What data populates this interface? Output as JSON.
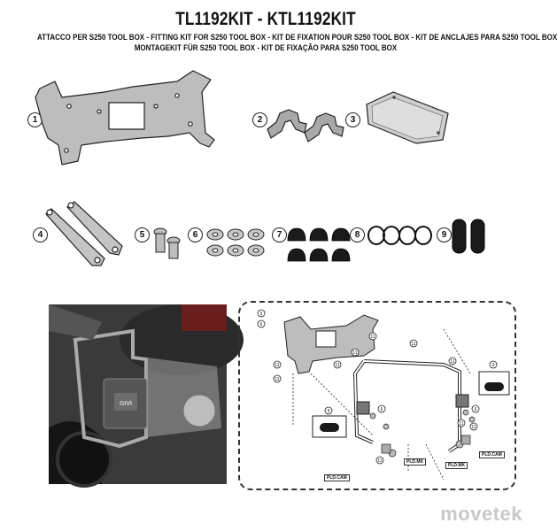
{
  "header": {
    "title": "TL1192KIT - KTL1192KIT",
    "subtitle_line1": "ATTACCO  PER S250 TOOL BOX - FITTING KIT FOR S250 TOOL BOX - KIT DE FIXATION POUR S250 TOOL BOX - KIT DE ANCLAJES PARA S250 TOOL BOX",
    "subtitle_line2": "MONTAGEKIT FÜR S250 TOOL BOX - KIT DE FIXAÇÃO PARA S250 TOOL BOX"
  },
  "parts": [
    {
      "number": "1",
      "name": "mounting-plate"
    },
    {
      "number": "2",
      "name": "brackets"
    },
    {
      "number": "3",
      "name": "gasket-plate"
    },
    {
      "number": "4",
      "name": "spacer-bars"
    },
    {
      "number": "5",
      "name": "screws"
    },
    {
      "number": "6",
      "name": "nuts"
    },
    {
      "number": "7",
      "name": "caps"
    },
    {
      "number": "8",
      "name": "o-rings"
    },
    {
      "number": "9",
      "name": "rubber-pads"
    }
  ],
  "diagram": {
    "callouts": [
      "5",
      "6",
      "11",
      "11",
      "11",
      "11",
      "11",
      "11",
      "11",
      "11",
      "9",
      "9",
      "6",
      "11",
      "6",
      "11"
    ],
    "tags": [
      "PLD.MK",
      "PLD.MK",
      "PLD.CAM",
      "PLD.CAM"
    ]
  },
  "photo": {
    "brand_plate": "GIVI"
  },
  "watermark": "movetek",
  "colors": {
    "metal": "#b9b9b9",
    "metal_dark": "#8d8d8d",
    "rubber": "#1a1a1a",
    "outline": "#222222"
  }
}
